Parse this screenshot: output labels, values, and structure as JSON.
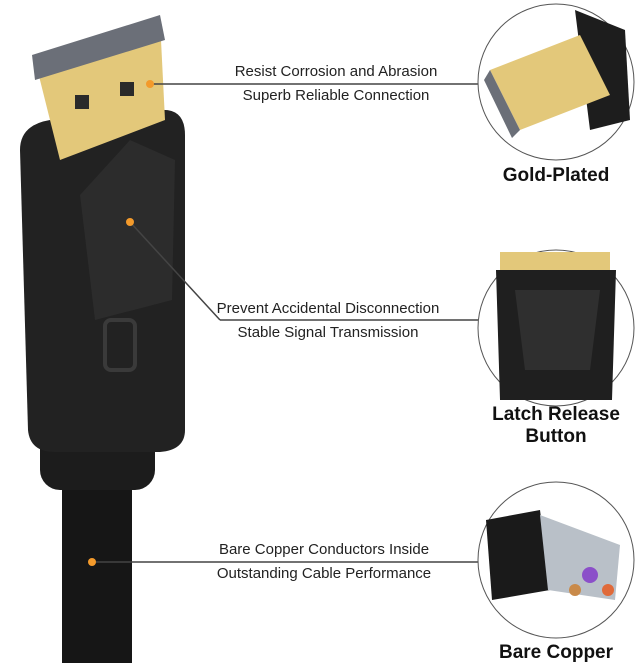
{
  "features": [
    {
      "line1": "Resist Corrosion and Abrasion",
      "line2": "Superb Reliable Connection",
      "title": "Gold-Plated"
    },
    {
      "line1": "Prevent Accidental Disconnection",
      "line2": "Stable Signal Transmission",
      "title": "Latch Release Button"
    },
    {
      "line1": "Bare Copper Conductors Inside",
      "line2": "Outstanding Cable Performance",
      "title": "Bare Copper"
    }
  ],
  "colors": {
    "gold": "#e3c87a",
    "cable": "#1a1a1a",
    "dot": "#f39a2b",
    "line": "#444444"
  }
}
